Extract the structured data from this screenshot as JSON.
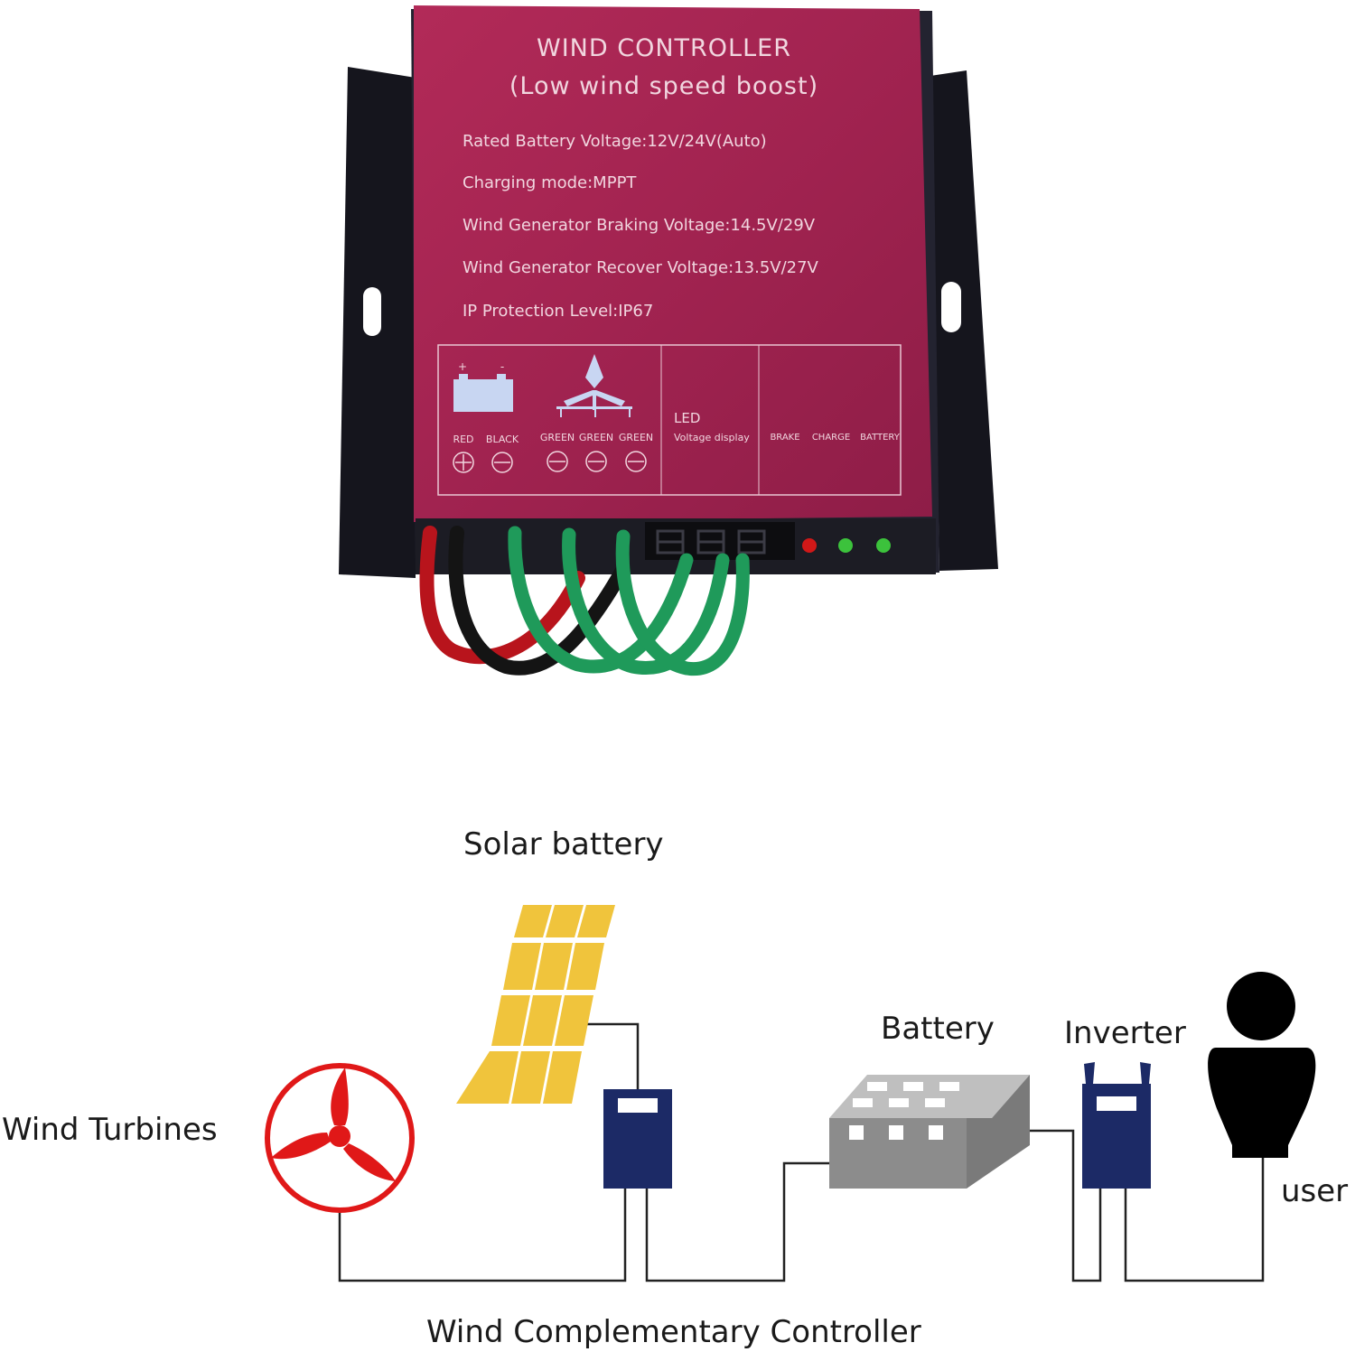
{
  "controller": {
    "title": "WIND CONTROLLER",
    "subtitle": "(Low wind speed  boost)",
    "specs": [
      "Rated Battery Voltage:12V/24V(Auto)",
      "Charging mode:MPPT",
      "Wind Generator Braking Voltage:14.5V/29V",
      "Wind Generator Recover Voltage:13.5V/27V",
      "IP Protection Level:IP67"
    ],
    "battery_plus": "+",
    "battery_minus": "-",
    "wire_labels": [
      "RED",
      "BLACK"
    ],
    "phase_labels": [
      "GREEN",
      "GREEN",
      "GREEN"
    ],
    "led_label": "LED",
    "led_sub_label": "Voltage display",
    "indicator_labels": [
      "BRAKE",
      "CHARGE",
      "BATTERY"
    ],
    "colors": {
      "plate": "#a4224f",
      "bracket": "#15151d",
      "wire_red": "#b8141c",
      "wire_black": "#141414",
      "wire_green": "#1f9a5a",
      "led_red": "#d01818",
      "led_green": "#3cc23c"
    }
  },
  "diagram": {
    "solar_label": "Solar battery",
    "wind_label": "Wind Turbines",
    "battery_label": "Battery",
    "inverter_label": "Inverter",
    "user_label": "user",
    "controller_label": "Wind Complementary Controller",
    "colors": {
      "panel": "#f0c43c",
      "turbine": "#e01818",
      "device": "#1c2a66",
      "battery": "#8c8c8c",
      "user": "#000000",
      "wire": "#222222"
    }
  }
}
